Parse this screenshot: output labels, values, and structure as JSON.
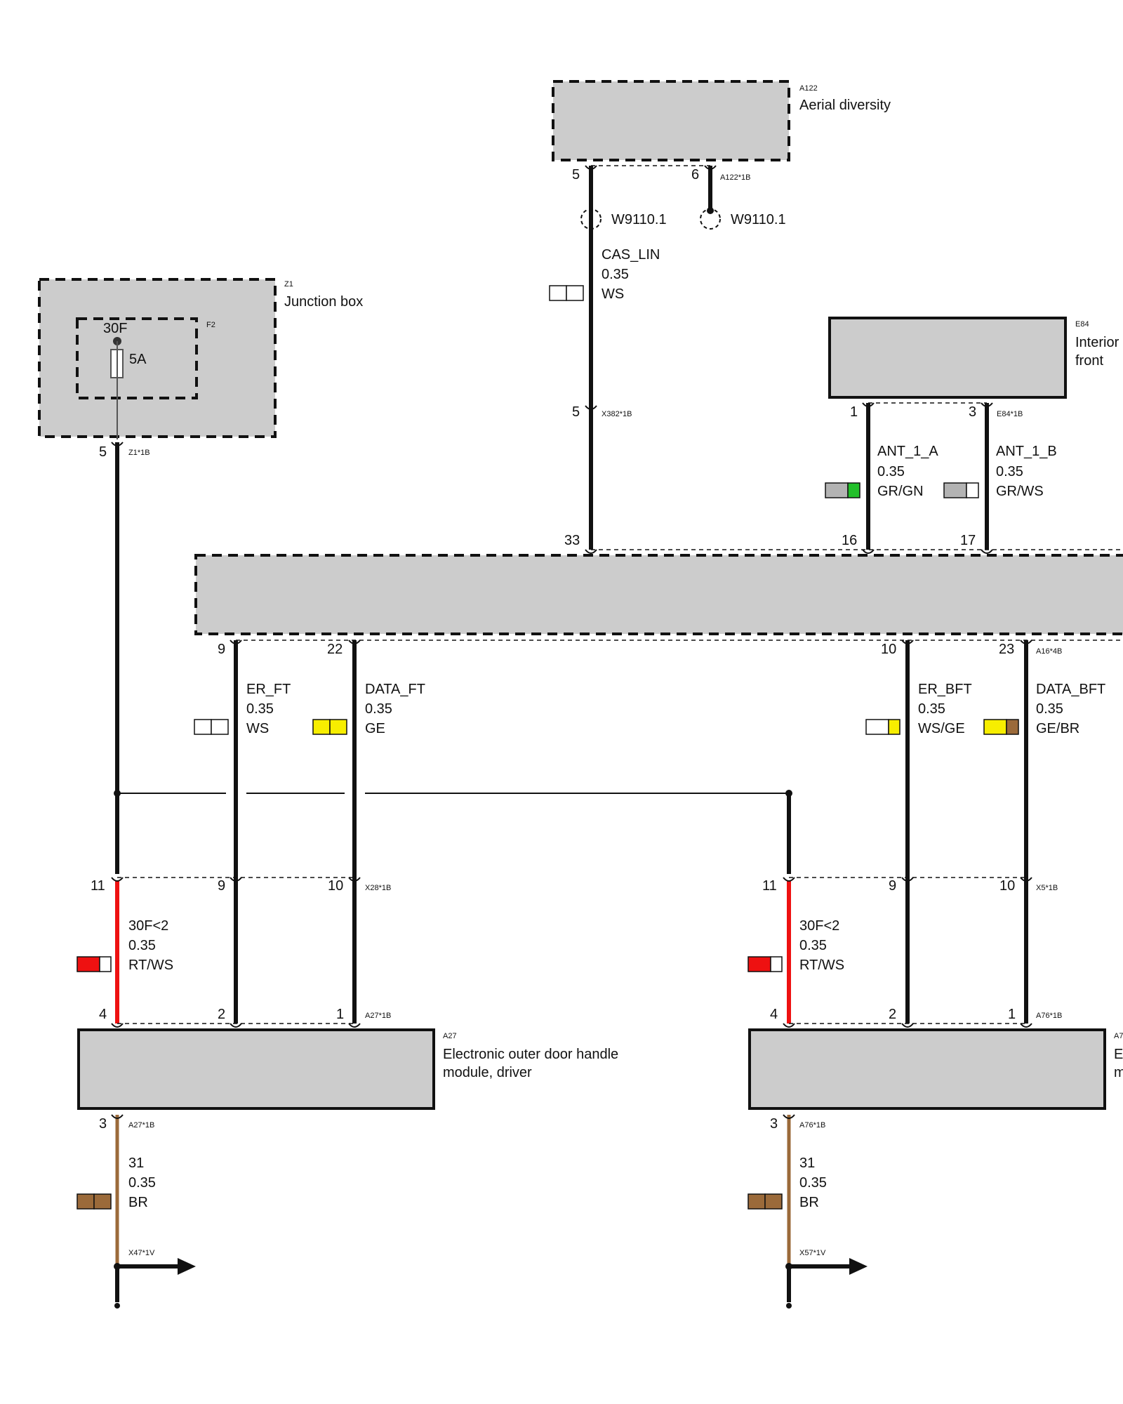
{
  "components": {
    "a122": {
      "code": "A122",
      "name": "Aerial diversity"
    },
    "z1": {
      "code": "Z1",
      "name": "Junction box"
    },
    "f2": {
      "code": "F2",
      "terminal": "30F",
      "rating": "5A"
    },
    "e84": {
      "code": "E84",
      "name_line1": "Interior",
      "name_line2": "front"
    },
    "a27": {
      "code": "A27",
      "name_line1": "Electronic outer door handle",
      "name_line2": "module, driver"
    },
    "a76": {
      "code": "A7",
      "name_line1": "E",
      "name_line2": "m"
    }
  },
  "connectors": {
    "a122_1b": "A122*1B",
    "x382_1b": "X382*1B",
    "z1_1b": "Z1*1B",
    "e84_1b": "E84*1B",
    "a16_4b": "A16*4B",
    "x28_1b": "X28*1B",
    "x5_1b": "X5*1B",
    "a27_1b_top": "A27*1B",
    "a76_1b_top": "A76*1B",
    "a27_1b_bot": "A27*1B",
    "a76_1b_bot": "A76*1B",
    "x47_1v": "X47*1V",
    "x57_1v": "X57*1V"
  },
  "splices": {
    "left": "W9110.1",
    "right": "W9110.1"
  },
  "pins": {
    "a122_5": "5",
    "a122_6": "6",
    "x382_5": "5",
    "z1_5": "5",
    "e84_1": "1",
    "e84_3": "3",
    "a16_33": "33",
    "a16_16": "16",
    "a16_17": "17",
    "a16_9": "9",
    "a16_22": "22",
    "a16_10": "10",
    "a16_23": "23",
    "x28_11": "11",
    "x28_9": "9",
    "x28_10": "10",
    "x5_11": "11",
    "x5_9": "9",
    "x5_10": "10",
    "a27_4": "4",
    "a27_2": "2",
    "a27_1": "1",
    "a27_3": "3",
    "a76_4": "4",
    "a76_2": "2",
    "a76_1": "1",
    "a76_3": "3"
  },
  "wires": {
    "cas_lin": {
      "signal": "CAS_LIN",
      "size": "0.35",
      "color": "WS",
      "c1": "#ffffff",
      "c2": "#ffffff"
    },
    "ant_1_a": {
      "signal": "ANT_1_A",
      "size": "0.35",
      "color": "GR/GN",
      "c1": "#b3b3b3",
      "c2": "#22c02a"
    },
    "ant_1_b": {
      "signal": "ANT_1_B",
      "size": "0.35",
      "color": "GR/WS",
      "c1": "#b3b3b3",
      "c2": "#ffffff"
    },
    "er_ft": {
      "signal": "ER_FT",
      "size": "0.35",
      "color": "WS",
      "c1": "#ffffff",
      "c2": "#ffffff"
    },
    "data_ft": {
      "signal": "DATA_FT",
      "size": "0.35",
      "color": "GE",
      "c1": "#f7ee00",
      "c2": "#f7ee00"
    },
    "er_bft": {
      "signal": "ER_BFT",
      "size": "0.35",
      "color": "WS/GE",
      "c1": "#ffffff",
      "c2": "#f7ee00"
    },
    "data_bft": {
      "signal": "DATA_BFT",
      "size": "0.35",
      "color": "GE/BR",
      "c1": "#f7ee00",
      "c2": "#9b6a3a"
    },
    "f30_left": {
      "signal": "30F<2",
      "size": "0.35",
      "color": "RT/WS",
      "c1": "#ee1111",
      "c2": "#ffffff"
    },
    "f30_right": {
      "signal": "30F<2",
      "size": "0.35",
      "color": "RT/WS",
      "c1": "#ee1111",
      "c2": "#ffffff"
    },
    "gnd_left": {
      "signal": "31",
      "size": "0.35",
      "color": "BR",
      "c1": "#9b6a3a",
      "c2": "#9b6a3a"
    },
    "gnd_right": {
      "signal": "31",
      "size": "0.35",
      "color": "BR",
      "c1": "#9b6a3a",
      "c2": "#9b6a3a"
    }
  },
  "colors": {
    "component_fill": "#cccccc",
    "line": "#111111",
    "red_wire": "#ee1111",
    "brown_wire": "#9b6a3a"
  }
}
